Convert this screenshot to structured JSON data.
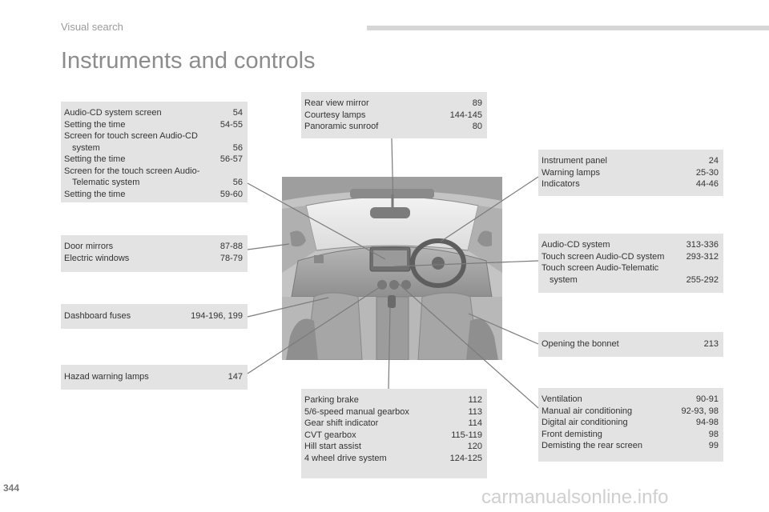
{
  "header": {
    "section": "Visual search",
    "title": "Instruments and controls"
  },
  "boxes": {
    "audio_screen": [
      {
        "label": "Audio-CD system screen",
        "page": "54"
      },
      {
        "label": "Setting the time",
        "page": "54-55"
      },
      {
        "label": "Screen for touch screen Audio-CD",
        "label2": "system",
        "page": "56"
      },
      {
        "label": "Setting the time",
        "page": "56-57"
      },
      {
        "label": "Screen for the touch screen Audio-",
        "label2": "Telematic system",
        "page": "56"
      },
      {
        "label": "Setting the time",
        "page": "59-60"
      }
    ],
    "mirrors": [
      {
        "label": "Door mirrors",
        "page": "87-88"
      },
      {
        "label": "Electric windows",
        "page": "78-79"
      }
    ],
    "fuses": [
      {
        "label": "Dashboard fuses",
        "page": "194-196, 199"
      }
    ],
    "hazard": [
      {
        "label": "Hazad warning lamps",
        "page": "147"
      }
    ],
    "roof": [
      {
        "label": "Rear view mirror",
        "page": "89"
      },
      {
        "label": "Courtesy lamps",
        "page": "144-145"
      },
      {
        "label": "Panoramic sunroof",
        "page": "80"
      }
    ],
    "instrument": [
      {
        "label": "Instrument panel",
        "page": "24"
      },
      {
        "label": "Warning lamps",
        "page": "25-30"
      },
      {
        "label": "Indicators",
        "page": "44-46"
      }
    ],
    "audio_system": [
      {
        "label": "Audio-CD system",
        "page": "313-336"
      },
      {
        "label": "Touch screen Audio-CD system",
        "page": "293-312"
      },
      {
        "label": "Touch screen Audio-Telematic",
        "label2": "system",
        "page": "255-292"
      }
    ],
    "bonnet": [
      {
        "label": "Opening the bonnet",
        "page": "213"
      }
    ],
    "gearbox": [
      {
        "label": "Parking brake",
        "page": "112"
      },
      {
        "label": "5/6-speed manual gearbox",
        "page": "113"
      },
      {
        "label": "Gear shift indicator",
        "page": "114"
      },
      {
        "label": "CVT gearbox",
        "page": "115-119"
      },
      {
        "label": "Hill start assist",
        "page": "120"
      },
      {
        "label": "4 wheel drive system",
        "page": "124-125"
      }
    ],
    "ventilation": [
      {
        "label": "Ventilation",
        "page": "90-91"
      },
      {
        "label": "Manual air conditioning",
        "page": "92-93, 98"
      },
      {
        "label": "Digital air conditioning",
        "page": "94-98"
      },
      {
        "label": "Front demisting",
        "page": "98"
      },
      {
        "label": "Demisting the rear screen",
        "page": "99"
      }
    ]
  },
  "footer": {
    "page_number": "344",
    "watermark": "carmanualsonline.info"
  }
}
